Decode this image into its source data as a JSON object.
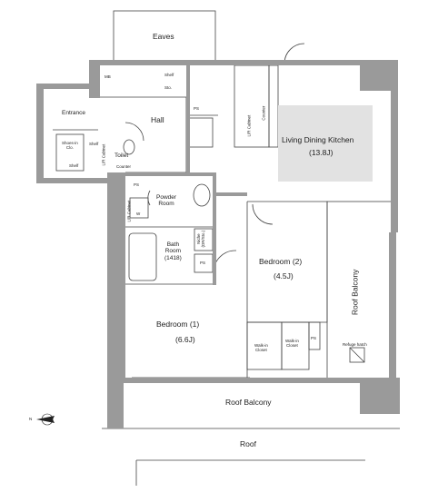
{
  "rooms": {
    "eaves": "Eaves",
    "mb": "MB",
    "shelf_top": "Shelf",
    "sto": "Sto.",
    "entrance": "Entrance",
    "hall": "Hall",
    "shoe_closet": "Shoes-in\nClo.",
    "shelf_left": "Shelf",
    "shelf_small": "Shelf",
    "toilet": "Toilet",
    "counter_toilet": "Counter",
    "lr_cabinet_toilet": "L/R Cabinet",
    "ps_hall": "PS",
    "ldk_name": "Living Dining Kitchen",
    "ldk_size": "(13.8J)",
    "lr_cabinet_kitchen": "L/R Cabinet",
    "counter_kitchen": "Counter",
    "ps_powder": "PS",
    "powder_room": "Powder\nRoom",
    "lr_cabinet_powder": "L/R Cabinet",
    "washer": "W",
    "bath_room": "Bath\nRoom\n(1418)",
    "niche": "Niche\n(DR/Sto.)",
    "ps_bath": "PS",
    "bedroom2_name": "Bedroom (2)",
    "bedroom2_size": "(4.5J)",
    "bedroom1_name": "Bedroom (1)",
    "bedroom1_size": "(6.6J)",
    "walkin1": "Walk-in\nCloset",
    "walkin2": "Walk-in\nCloset",
    "ps_walkin": "PS",
    "refuge_hatch": "Refuge hatch",
    "roof_balcony_right": "Roof Balcony",
    "roof_balcony_bottom": "Roof Balcony",
    "roof": "Roof",
    "north": "N"
  },
  "colors": {
    "wall": "#9a9a9a",
    "line": "#444444",
    "ldk_floor": "#e2e2e2"
  }
}
